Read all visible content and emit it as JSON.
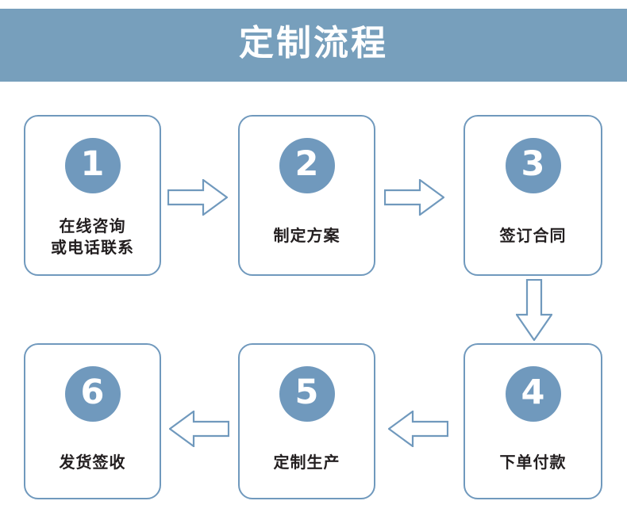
{
  "header": {
    "title": "定制流程",
    "background_color": "#779fbc",
    "text_color": "#ffffff"
  },
  "theme": {
    "accent_color": "#7099bd",
    "border_color": "#7099bd",
    "label_color": "#231f20",
    "page_background": "#ffffff"
  },
  "steps": [
    {
      "number": "1",
      "label": "在线咨询\n或电话联系"
    },
    {
      "number": "2",
      "label": "制定方案"
    },
    {
      "number": "3",
      "label": "签订合同"
    },
    {
      "number": "4",
      "label": "下单付款"
    },
    {
      "number": "5",
      "label": "定制生产"
    },
    {
      "number": "6",
      "label": "发货签收"
    }
  ],
  "connectors": [
    {
      "id": "arrow-1-2",
      "direction": "right",
      "from": "1",
      "to": "2"
    },
    {
      "id": "arrow-2-3",
      "direction": "right",
      "from": "2",
      "to": "3"
    },
    {
      "id": "arrow-3-4",
      "direction": "down",
      "from": "3",
      "to": "4"
    },
    {
      "id": "arrow-4-5",
      "direction": "left",
      "from": "4",
      "to": "5"
    },
    {
      "id": "arrow-5-6",
      "direction": "left",
      "from": "5",
      "to": "6"
    }
  ]
}
